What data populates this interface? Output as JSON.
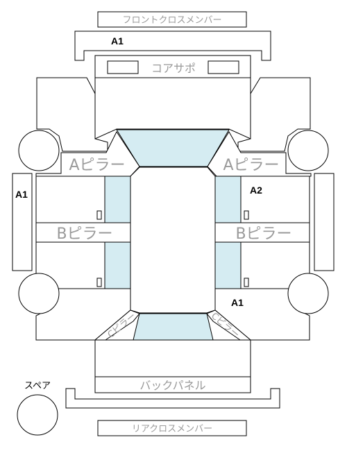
{
  "labels": {
    "front_cross_member": "フロントクロスメンバー",
    "core_support": "コアサポ",
    "a_pillar": "Aピラー",
    "b_pillar": "Bピラー",
    "c_pillar": "Cピラー",
    "back_panel": "バックパネル",
    "rear_cross_member": "リアクロスメンバー",
    "spare": "スペア"
  },
  "ranks": {
    "front": "A1",
    "left_side": "A1",
    "right_upper": "A2",
    "right_lower": "A1"
  },
  "colors": {
    "glass": "#d5ecf2",
    "label_gray": "#9a9a9a",
    "line": "#000000"
  }
}
